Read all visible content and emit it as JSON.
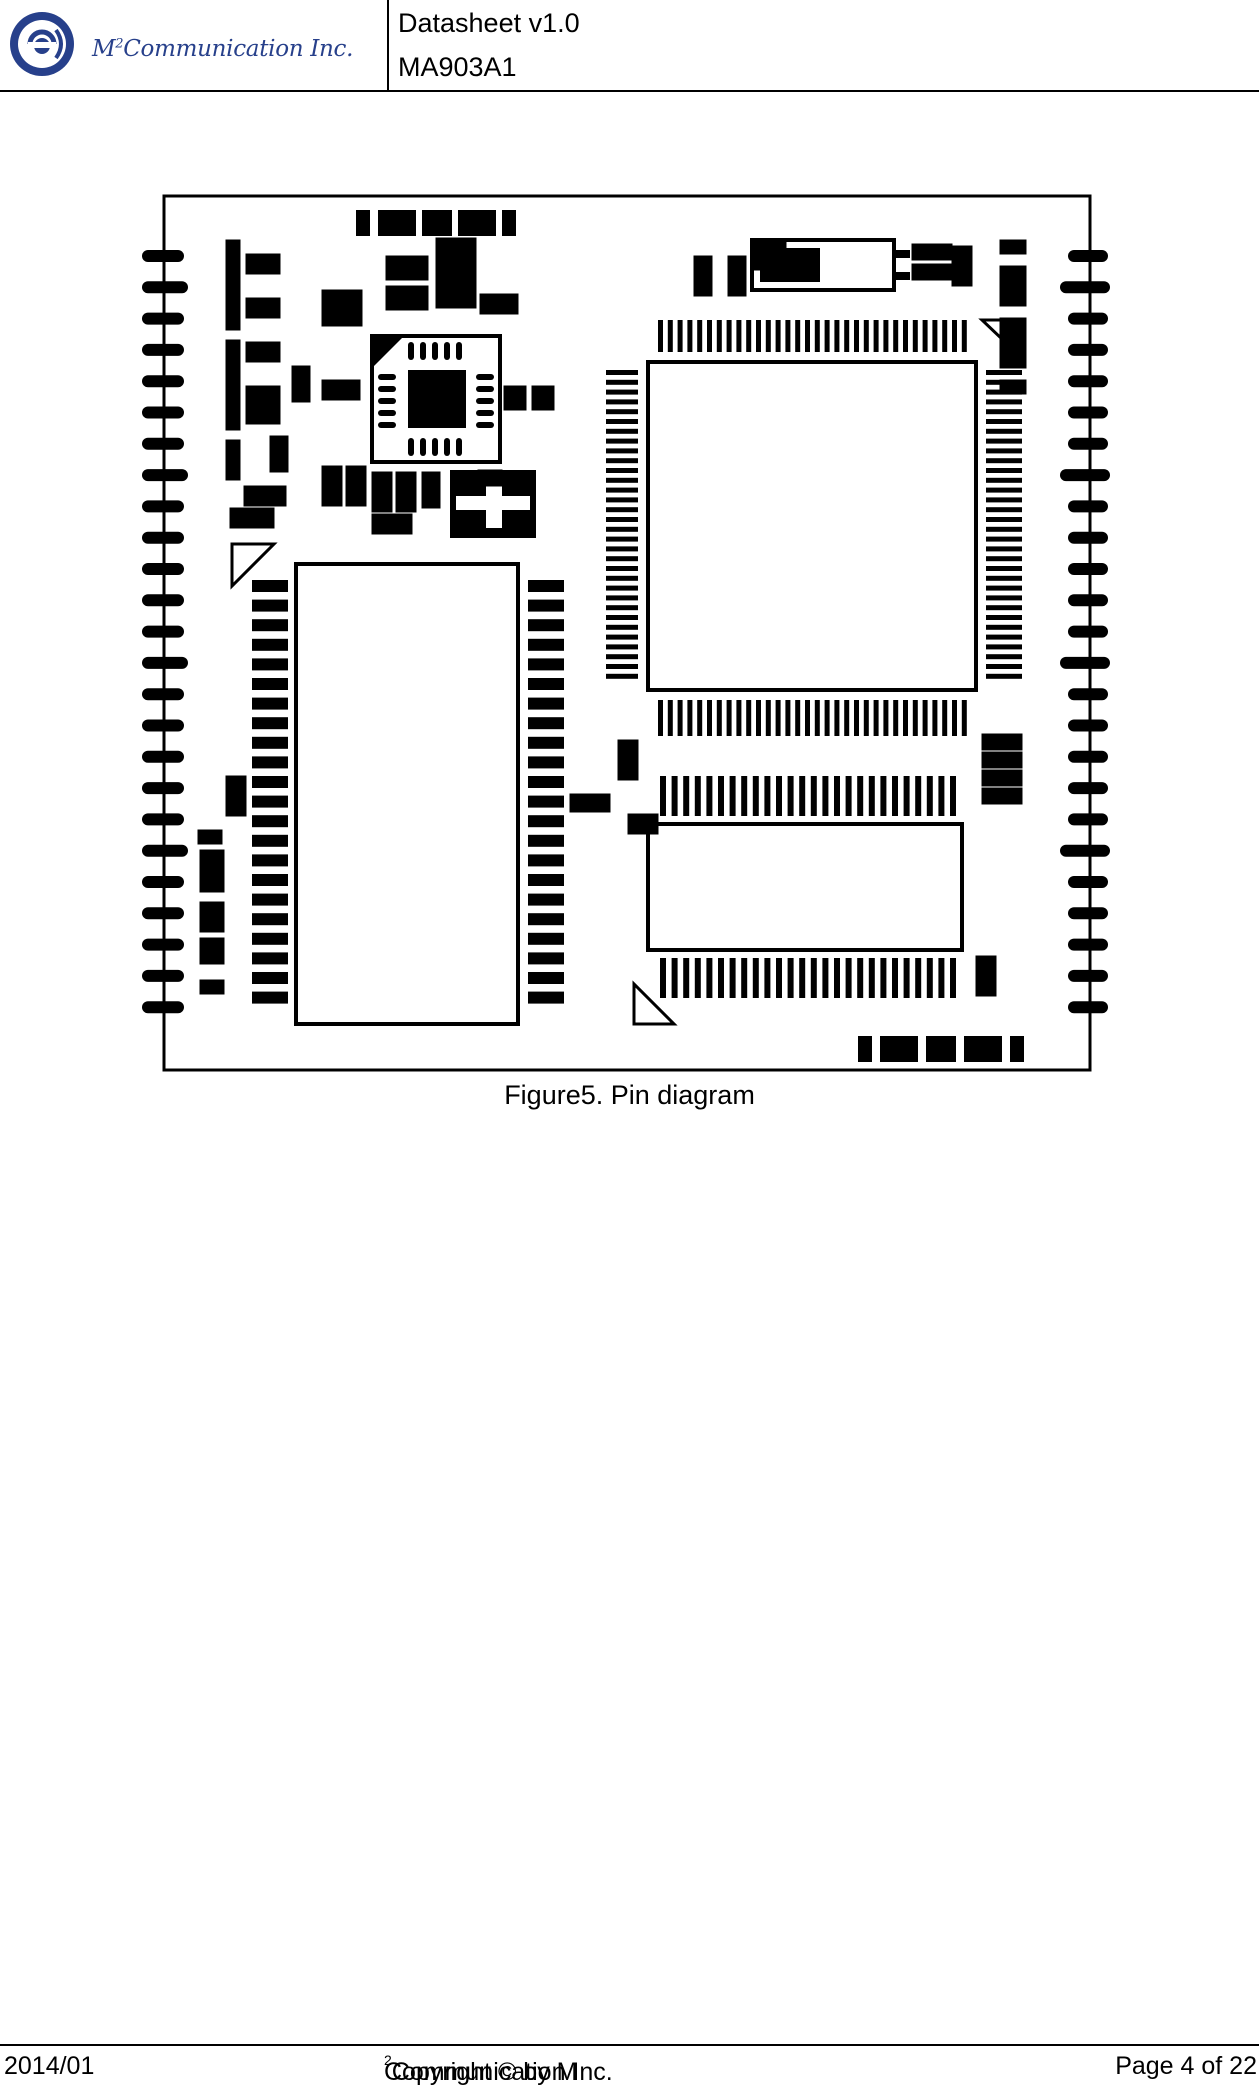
{
  "header": {
    "company": "M",
    "company_sup": "2",
    "company_rest": "Communication Inc.",
    "doc_title": "Datasheet v1.0",
    "part_number": "MA903A1"
  },
  "figure": {
    "caption": "Figure5. Pin diagram"
  },
  "footer": {
    "date": "2014/01",
    "copyright_prefix": "Copyright © by M",
    "copyright_sup": "2",
    "copyright_rest": "Communication Inc.",
    "page": "Page 4 of 22"
  },
  "colors": {
    "logo_blue": "#27408b",
    "ink": "#000000"
  }
}
